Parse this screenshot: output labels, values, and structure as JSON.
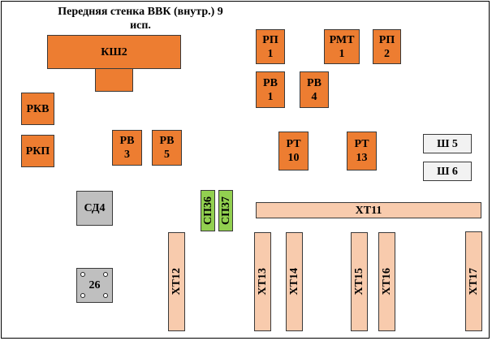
{
  "title": "Передняя стенка ВВК (внутр.) 9 исп.",
  "blocks": {
    "ksh2": "КШ2",
    "rkv": "РКВ",
    "rkp": "РКП",
    "rv3": "РВ\n3",
    "rv5": "РВ\n5",
    "rp1": "РП\n1",
    "rmt1": "РМТ\n1",
    "rp2": "РП\n2",
    "rv1": "РВ\n1",
    "rv4": "РВ\n4",
    "rt10": "РТ\n10",
    "rt13": "РТ\n13",
    "sh5": "Ш 5",
    "sh6": "Ш 6",
    "sd4": "СД4",
    "sp36": "СП36",
    "sp37": "СП37",
    "xt11": "ХТ11",
    "xt12": "ХТ12",
    "xt13": "ХТ13",
    "xt14": "ХТ14",
    "xt15": "ХТ15",
    "xt16": "ХТ16",
    "xt17": "ХТ17",
    "b26": "26"
  },
  "colors": {
    "orange": "#ed7d31",
    "grey": "#bfbfbf",
    "light": "#f2f2f2",
    "peach": "#f8cbad",
    "green": "#92d050"
  }
}
